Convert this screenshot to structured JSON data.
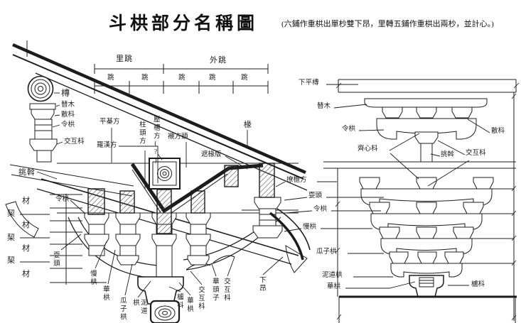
{
  "header": {
    "title": "斗栱部分名稱圖",
    "subtitle": "(六鋪作重栱出單杪雙下昂，里轉五鋪作重栱出兩杪，並計心。)"
  },
  "terms": {
    "tuan": "槫",
    "xiapingtuan": "下平槫",
    "timu": "替木",
    "sandou": "散枓",
    "linggong": "令栱",
    "jiaohudou": "交互枓",
    "qixindou": "齊心枓",
    "ludou": "櫨枓",
    "tiaowo": "挑斡",
    "shuatou": "耍頭",
    "mangong": "慢栱",
    "huagong": "華栱",
    "guazigong": "瓜子栱",
    "nidaogong": "泥道栱",
    "huatouzi": "華頭子",
    "xiaang": "下昂",
    "pingjifang": "平棊方",
    "luohanfang": "羅漢方",
    "zhutoufang": "柱頭方",
    "yacaofang": "壓槽方(?)",
    "chenfangtou": "襯方頭",
    "liaoyanfang": "撩檐方",
    "chuan": "椽",
    "zhechuanban": "遮椽版",
    "cai": "材",
    "qi": "栔",
    "litiao": "里跳",
    "waitiao": "外跳",
    "tiao": "跳"
  },
  "colors": {
    "ink": "#1c1c1c",
    "paper": "#ffffff"
  }
}
